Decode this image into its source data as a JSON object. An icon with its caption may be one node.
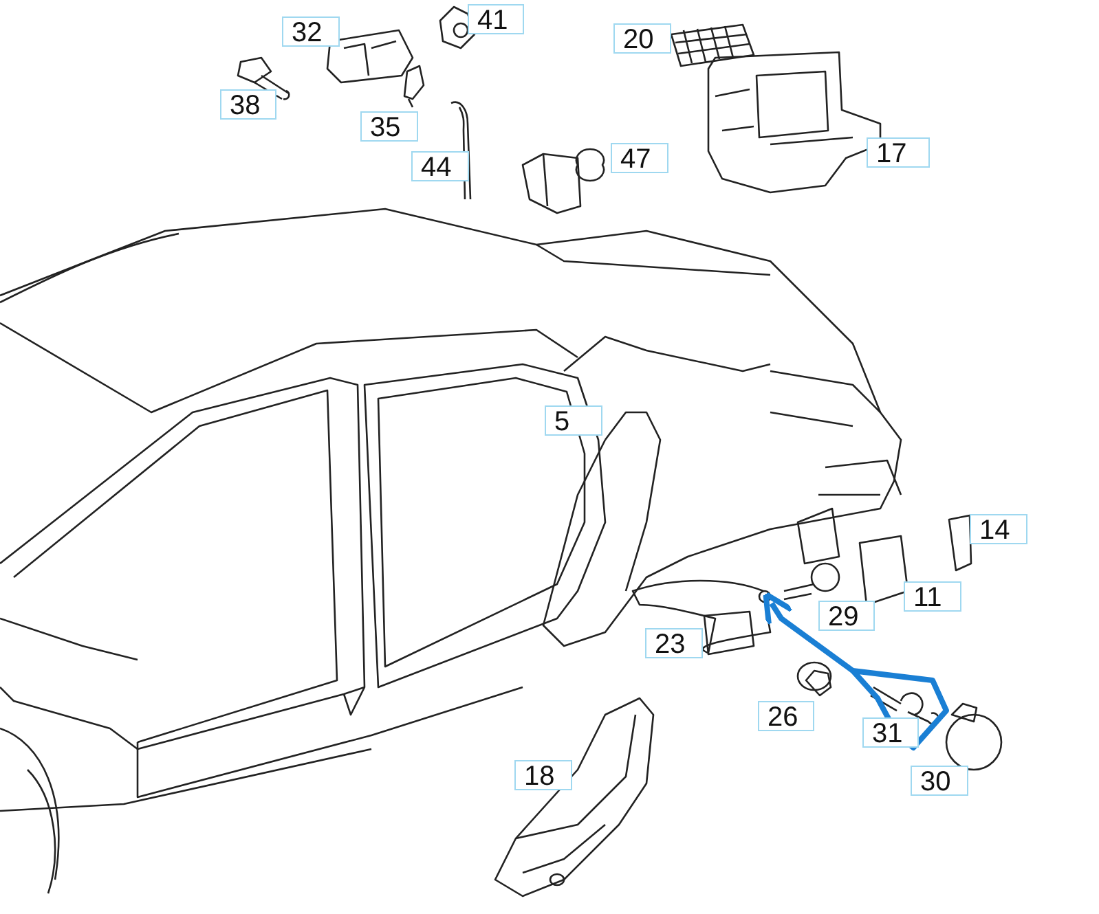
{
  "diagram": {
    "nodes": [
      {
        "text": [],
        "shape": "loop"
      },
      {
        "text": [],
        "shape": "circle"
      }
    ],
    "edges": [
      {
        "from": 0,
        "to": 1,
        "arrow": "to",
        "color": "#1a7fd4"
      }
    ],
    "labels": [
      "32",
      "41",
      "20",
      "38",
      "35",
      "44",
      "47",
      "17",
      "5",
      "14",
      "11",
      "29",
      "23",
      "26",
      "31",
      "30",
      "18"
    ]
  }
}
